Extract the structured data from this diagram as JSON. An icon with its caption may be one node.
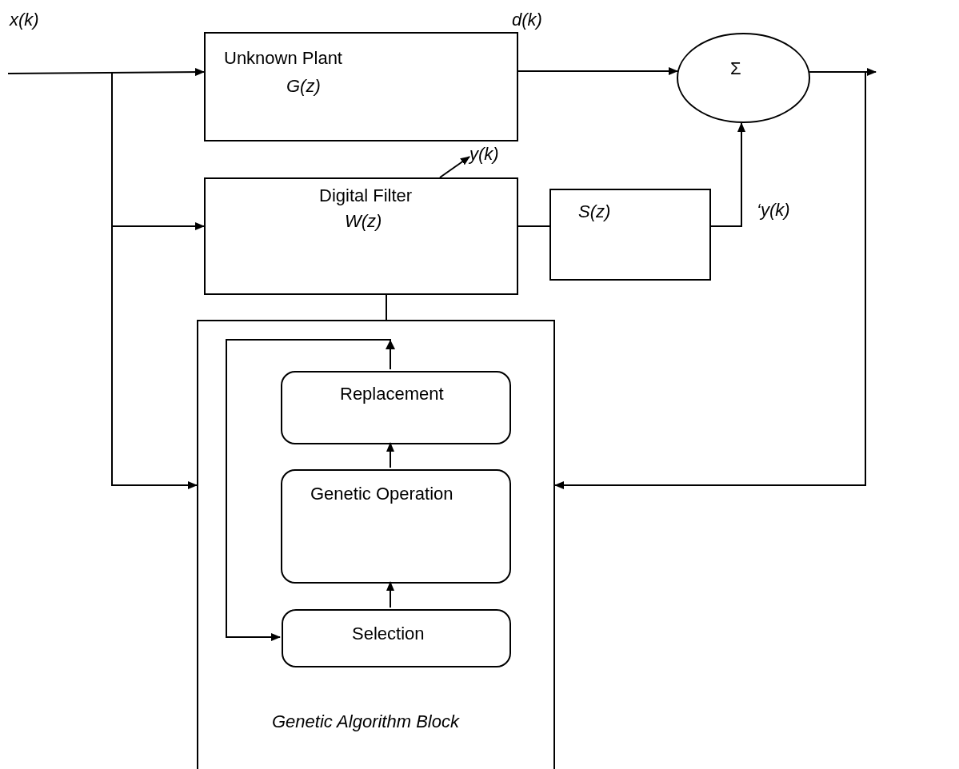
{
  "diagram": {
    "nodes": [
      {
        "text": [
          "Unknown Plant",
          "G(z)"
        ]
      },
      {
        "text": [
          "Σ"
        ]
      },
      {
        "text": [
          "Digital Filter",
          "W(z)"
        ]
      },
      {
        "text": [
          "S(z)"
        ]
      },
      {
        "text": [
          "Genetic Algorithm Block"
        ]
      },
      {
        "text": [
          "Replacement"
        ],
        "in": 4
      },
      {
        "text": [
          "Genetic Operation"
        ],
        "in": 4
      },
      {
        "text": [
          "Selection"
        ],
        "in": 4
      },
      {
        "text": [
          "y(k)"
        ]
      }
    ],
    "edges": [
      {
        "from": null,
        "to": 0,
        "arrow": "to"
      },
      {
        "from": null,
        "to": 2,
        "arrow": "to"
      },
      {
        "from": null,
        "to": 4,
        "arrow": "to"
      },
      {
        "from": 0,
        "to": 1,
        "arrow": "to"
      },
      {
        "from": 2,
        "to": 8,
        "arrow": "to"
      },
      {
        "from": 2,
        "to": 3,
        "arrow": "none"
      },
      {
        "from": 3,
        "to": 1,
        "arrow": "to"
      },
      {
        "from": 1,
        "to": null,
        "arrow": "to"
      },
      {
        "from": 1,
        "to": 4,
        "arrow": "to"
      },
      {
        "from": 4,
        "to": 2,
        "arrow": "none"
      },
      {
        "from": 7,
        "to": 6,
        "arrow": "to"
      },
      {
        "from": 6,
        "to": 5,
        "arrow": "to"
      },
      {
        "from": 5,
        "to": 7,
        "arrow": "to"
      }
    ],
    "labels": [
      "x(k)",
      "d(k)",
      "‘y(k)"
    ]
  }
}
